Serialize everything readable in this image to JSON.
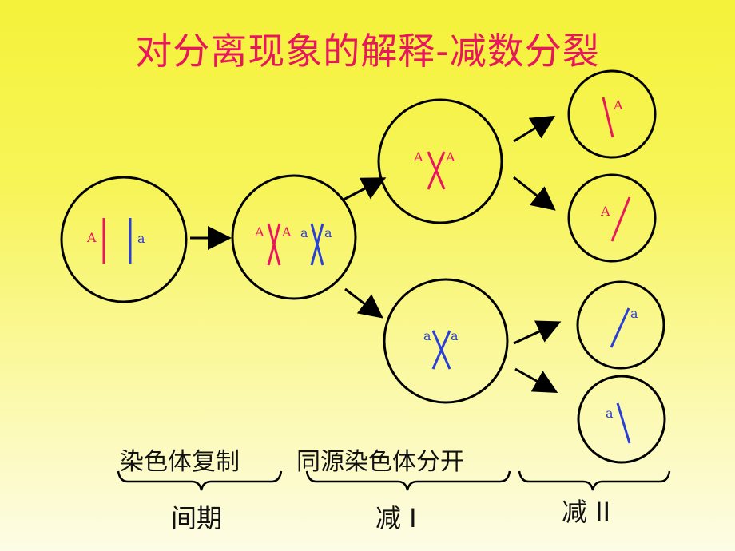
{
  "title": "对分离现象的解释-减数分裂",
  "labels": {
    "upper": "A",
    "lower": "a"
  },
  "stages": {
    "replication": "染色体复制",
    "separation": "同源染色体分开",
    "interphase": "间期",
    "meiosis1": "减 I",
    "meiosis2": "减 II"
  },
  "colors": {
    "title": "#e8175d",
    "chromosome_A": "#e8175d",
    "chromosome_a": "#2a3fd6"
  }
}
